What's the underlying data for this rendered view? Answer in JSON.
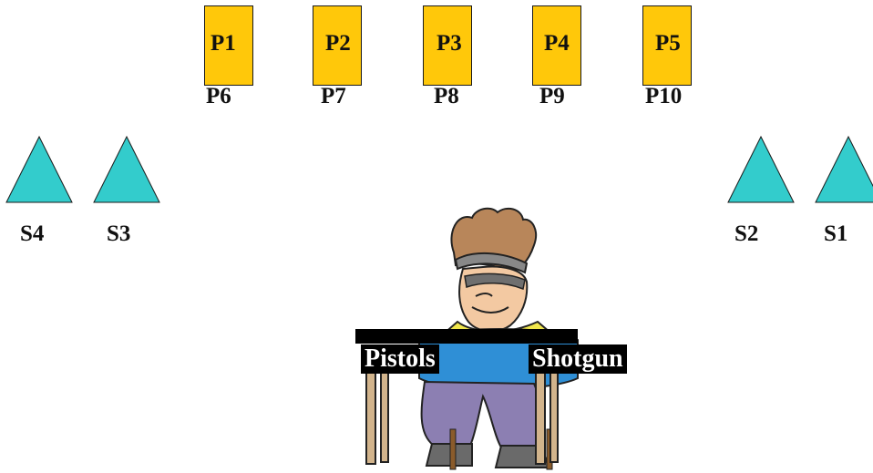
{
  "colors": {
    "target_fill": "#FFC80A",
    "triangle_fill": "#33CCCC",
    "sign_bg": "#000000"
  },
  "pistol_targets": [
    {
      "top": "P1",
      "bottom": "P6"
    },
    {
      "top": "P2",
      "bottom": "P7"
    },
    {
      "top": "P3",
      "bottom": "P8"
    },
    {
      "top": "P4",
      "bottom": "P9"
    },
    {
      "top": "P5",
      "bottom": "P10"
    }
  ],
  "shotgun_targets": [
    "S4",
    "S3",
    "S2",
    "S1"
  ],
  "table": {
    "left_sign": "Pistols",
    "right_sign": "Shotgun"
  }
}
